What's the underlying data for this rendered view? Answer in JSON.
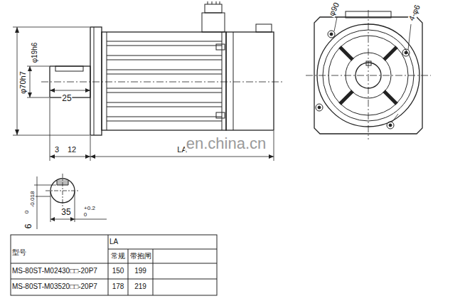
{
  "diagram": {
    "labels": [
      "φ70h7",
      "φ19h6",
      "25",
      "3",
      "12",
      "LA",
      "φ90",
      "4-φ6",
      "en.china.cn",
      "6",
      "0",
      "-0.018",
      "35",
      "+0.2",
      "0",
      "型号",
      "LA",
      "常规",
      "带抱闸",
      "MS-80ST-M02430□□-20P7",
      "150",
      "199",
      "MS-80ST-M03520□□-20P7",
      "178",
      "219"
    ]
  }
}
